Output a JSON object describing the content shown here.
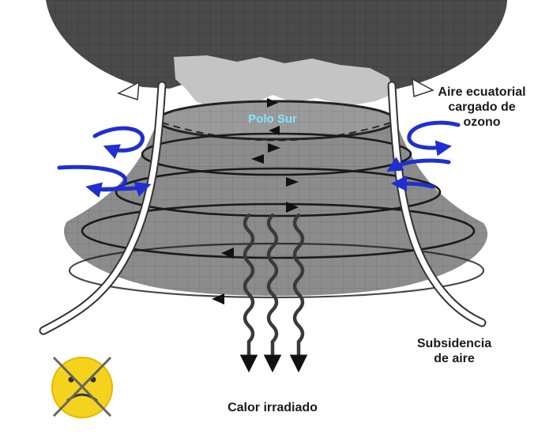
{
  "labels": {
    "equatorial_air_line1": "Aire ecuatorial",
    "equatorial_air_line2": "cargado de",
    "equatorial_air_line3": "ozono",
    "pole": "Polo Sur",
    "subsidence_line1": "Subsidencia",
    "subsidence_line2": "de aire",
    "radiated_heat": "Calor irradiado"
  },
  "colors": {
    "globe": "#4a4a4a",
    "vortex": "#8c8c8c",
    "ozone_hole": "#c4c4c4",
    "inflow_arrows": "#1f2fd0",
    "sad_sun": "#f5d21e"
  },
  "icons": {
    "sun": "sad-face-sun-crossed-out"
  }
}
